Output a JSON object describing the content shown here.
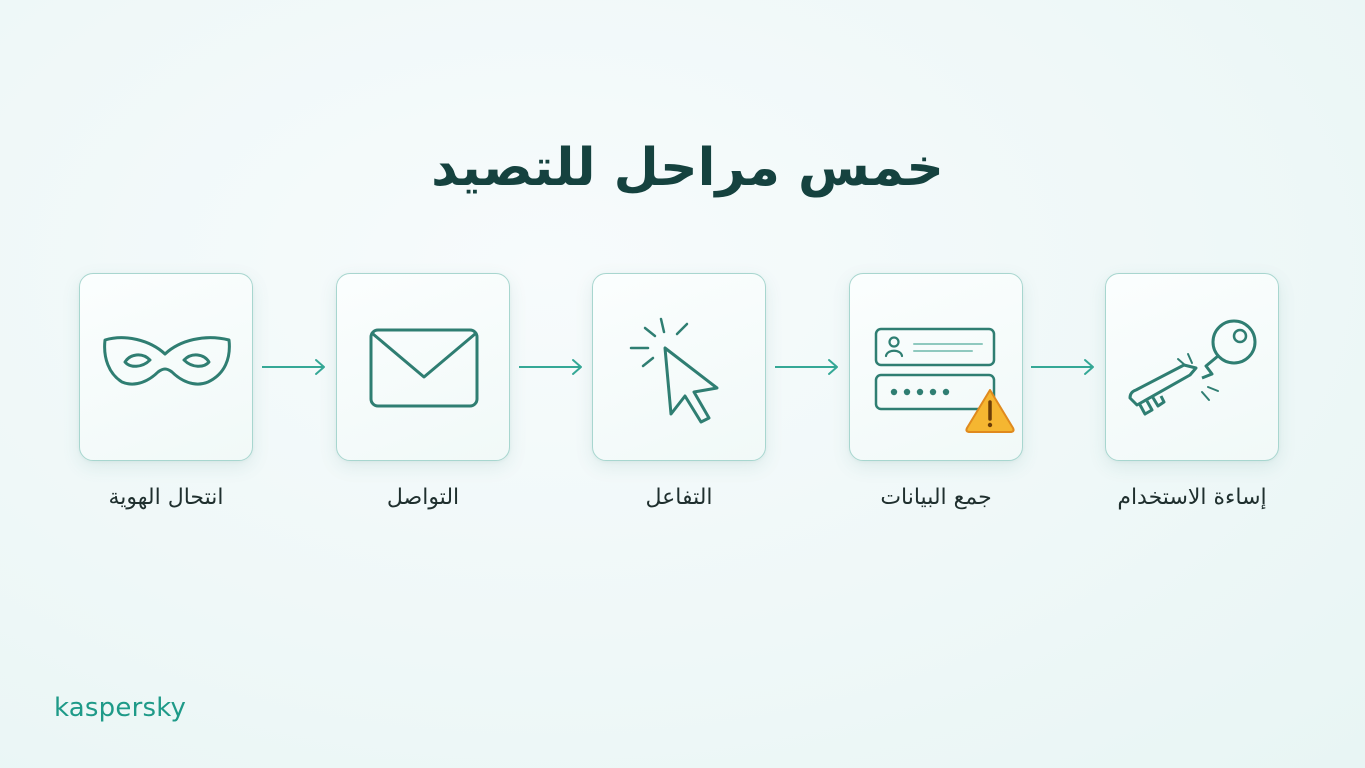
{
  "title": "خمس مراحل للتصيد",
  "stages": [
    {
      "label": "انتحال الهوية",
      "icon": "mask-icon"
    },
    {
      "label": "التواصل",
      "icon": "envelope-icon"
    },
    {
      "label": "التفاعل",
      "icon": "cursor-click-icon"
    },
    {
      "label": "جمع البيانات",
      "icon": "login-form-warning-icon"
    },
    {
      "label": "إساءة الاستخدام",
      "icon": "broken-key-icon"
    }
  ],
  "brand": {
    "logo_text": "kaspersky"
  },
  "colors": {
    "accent": "#1e9a88",
    "icon_stroke": "#2f7e72",
    "title": "#15423f",
    "warning": "#f5b631"
  }
}
